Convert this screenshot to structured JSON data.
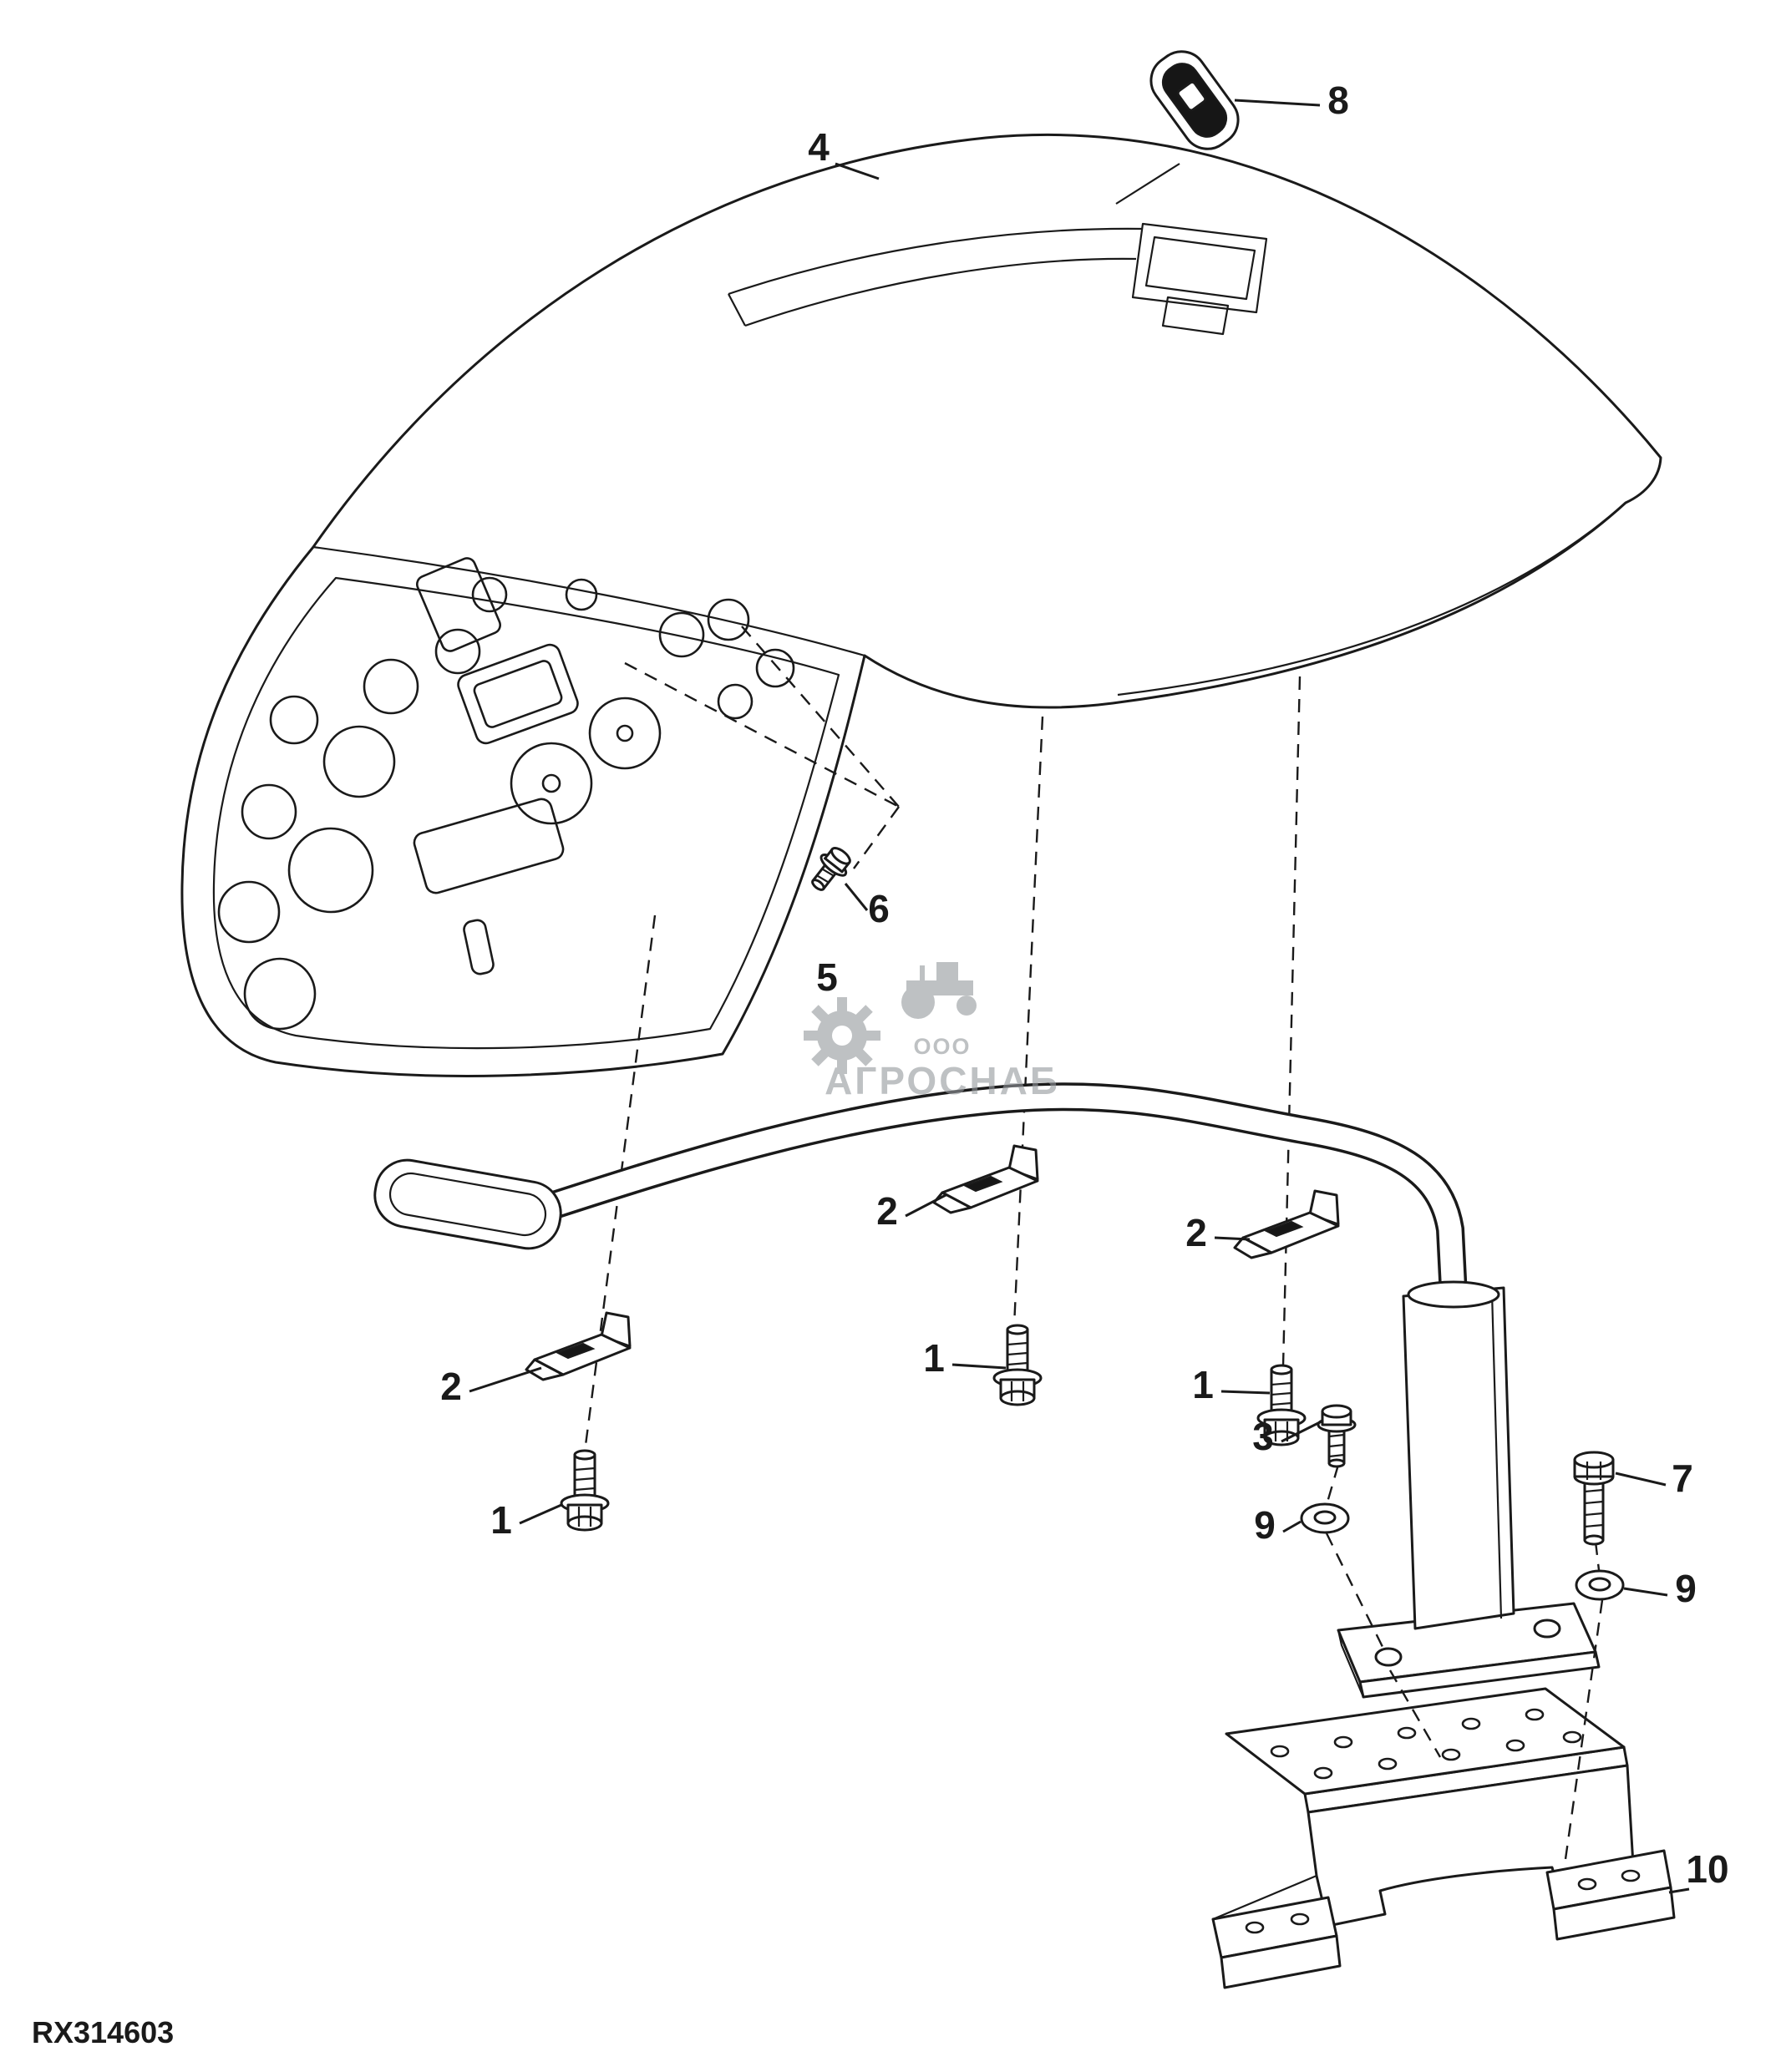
{
  "drawing": {
    "code": "RX314603"
  },
  "watermark": {
    "org_prefix": "ООО",
    "org_name": "АГРОСНАБ"
  },
  "colors": {
    "line": "#1a1a1a",
    "background": "#ffffff",
    "watermark": "#94989c",
    "dark_fill": "#161616"
  },
  "callouts": [
    {
      "label": "8"
    },
    {
      "label": "4"
    },
    {
      "label": "6"
    },
    {
      "label": "5"
    },
    {
      "label": "2"
    },
    {
      "label": "1"
    },
    {
      "label": "2"
    },
    {
      "label": "1"
    },
    {
      "label": "2"
    },
    {
      "label": "1"
    },
    {
      "label": "3"
    },
    {
      "label": "9"
    },
    {
      "label": "7"
    },
    {
      "label": "9"
    },
    {
      "label": "10"
    }
  ]
}
